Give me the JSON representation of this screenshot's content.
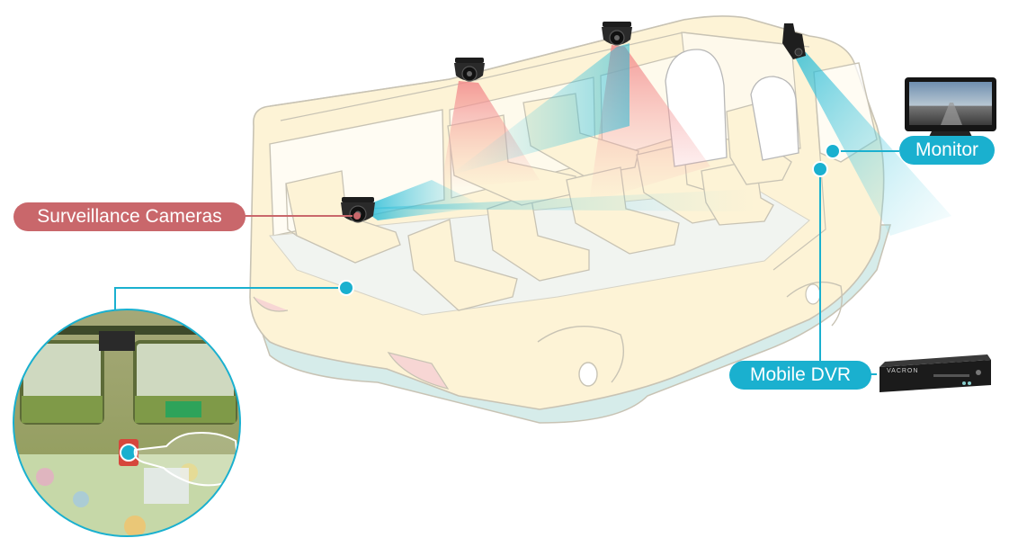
{
  "labels": {
    "surveillance": "Surveillance Cameras",
    "monitor": "Monitor",
    "dvr": "Mobile DVR"
  },
  "device_text": {
    "dvr_brand": "VACRON"
  },
  "colors": {
    "bus_body": "#fdf3d6",
    "bus_outline": "#c8c3b4",
    "bus_shadow": "#d6ecea",
    "camera_red_beam": "#f59a9a",
    "camera_blue_beam": "#2ec3dc",
    "label_red": "#c9676b",
    "label_blue": "#1ab0cf"
  },
  "icons": [
    "dome-camera-icon",
    "dashcam-icon",
    "monitor-icon",
    "dvr-icon",
    "panic-button-icon",
    "pointing-hand-icon"
  ]
}
